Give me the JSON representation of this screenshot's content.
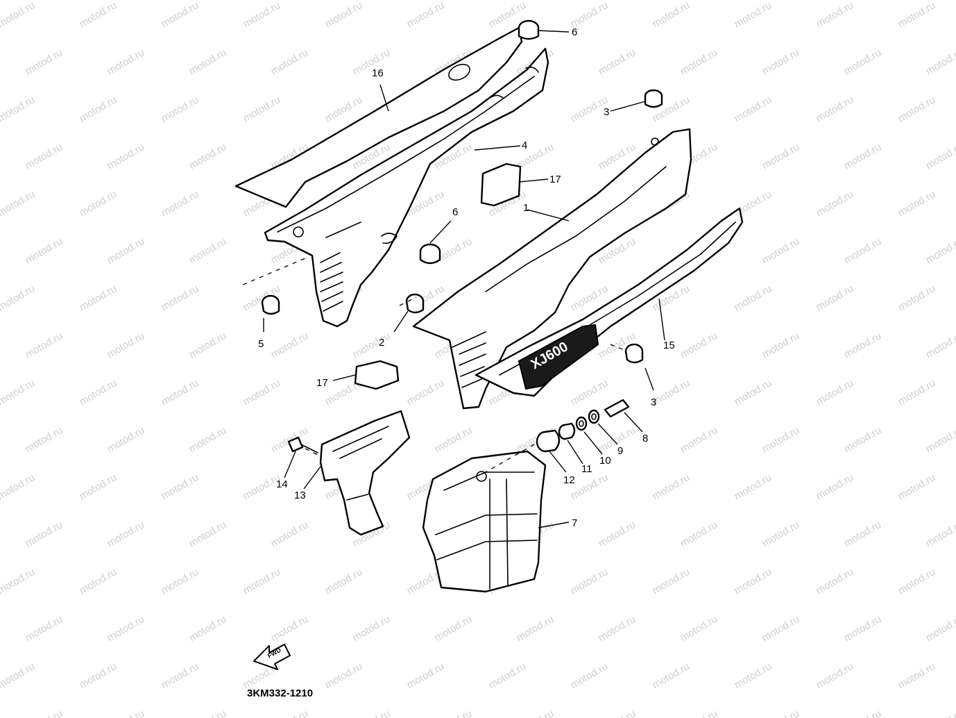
{
  "watermark": "motod.ru",
  "diagram_code": "3KM332-1210",
  "fwd_label": "FWD",
  "badge_text": "XJ600",
  "callouts": {
    "c1": "1",
    "c2": "2",
    "c3a": "3",
    "c3b": "3",
    "c4": "4",
    "c5": "5",
    "c6a": "6",
    "c6b": "6",
    "c7": "7",
    "c8": "8",
    "c9": "9",
    "c10": "10",
    "c11": "11",
    "c12": "12",
    "c13": "13",
    "c14": "14",
    "c15": "15",
    "c16": "16",
    "c17a": "17",
    "c17b": "17"
  }
}
